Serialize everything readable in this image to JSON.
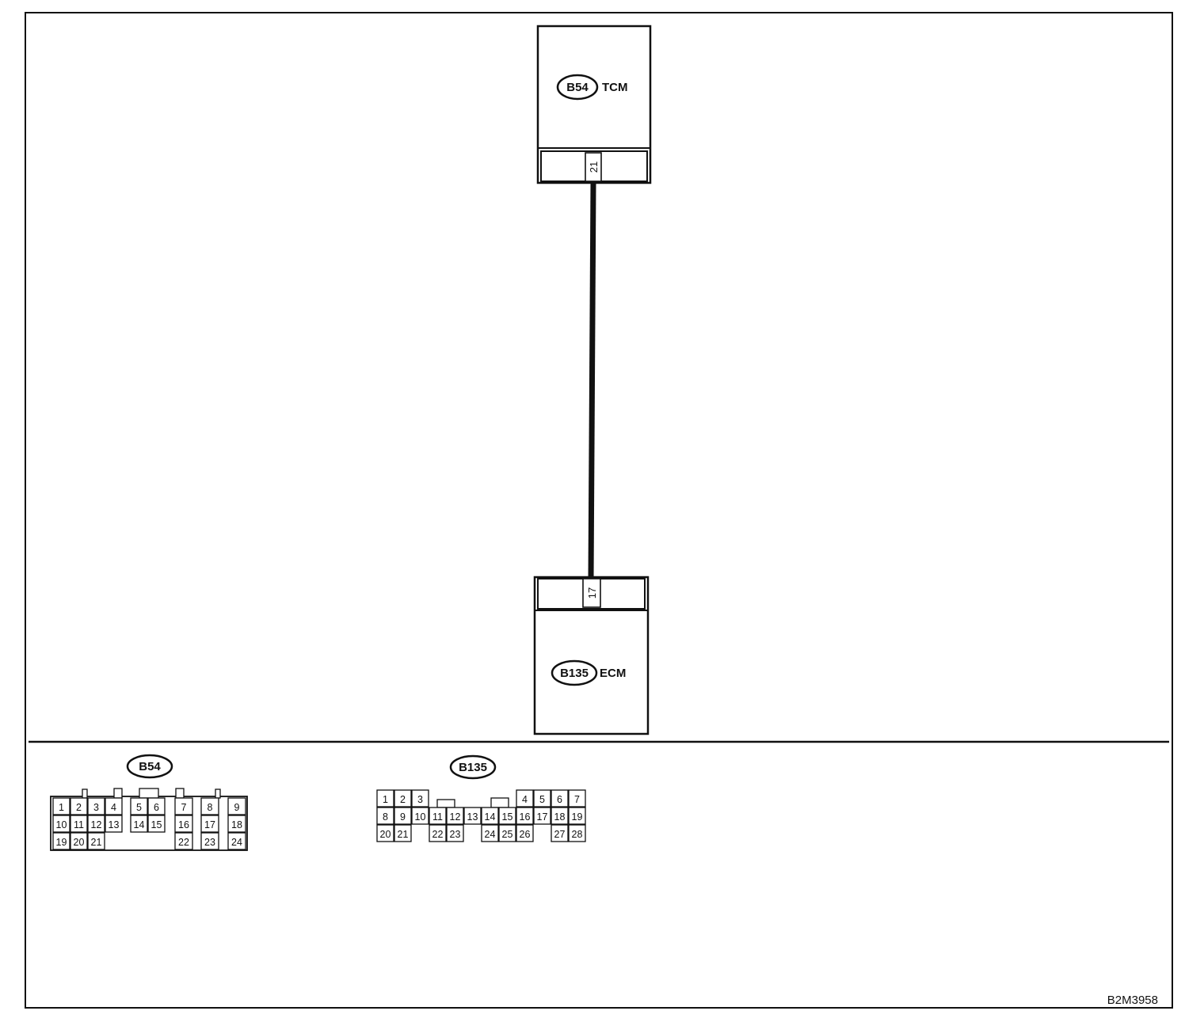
{
  "modules": {
    "tcm": {
      "code": "B54",
      "name": "TCM",
      "pin": "21"
    },
    "ecm": {
      "code": "B135",
      "name": "ECM",
      "pin": "17"
    }
  },
  "connectors": {
    "b54": {
      "code": "B54",
      "pins": [
        "1",
        "2",
        "3",
        "4",
        "5",
        "6",
        "7",
        "8",
        "9",
        "10",
        "11",
        "12",
        "13",
        "14",
        "15",
        "16",
        "17",
        "18",
        "19",
        "20",
        "21",
        "22",
        "23",
        "24"
      ]
    },
    "b135": {
      "code": "B135",
      "pins": [
        "1",
        "2",
        "3",
        "4",
        "5",
        "6",
        "7",
        "8",
        "9",
        "10",
        "11",
        "12",
        "13",
        "14",
        "15",
        "16",
        "17",
        "18",
        "19",
        "20",
        "21",
        "22",
        "23",
        "24",
        "25",
        "26",
        "27",
        "28"
      ]
    }
  },
  "figure_code": "B2M3958"
}
